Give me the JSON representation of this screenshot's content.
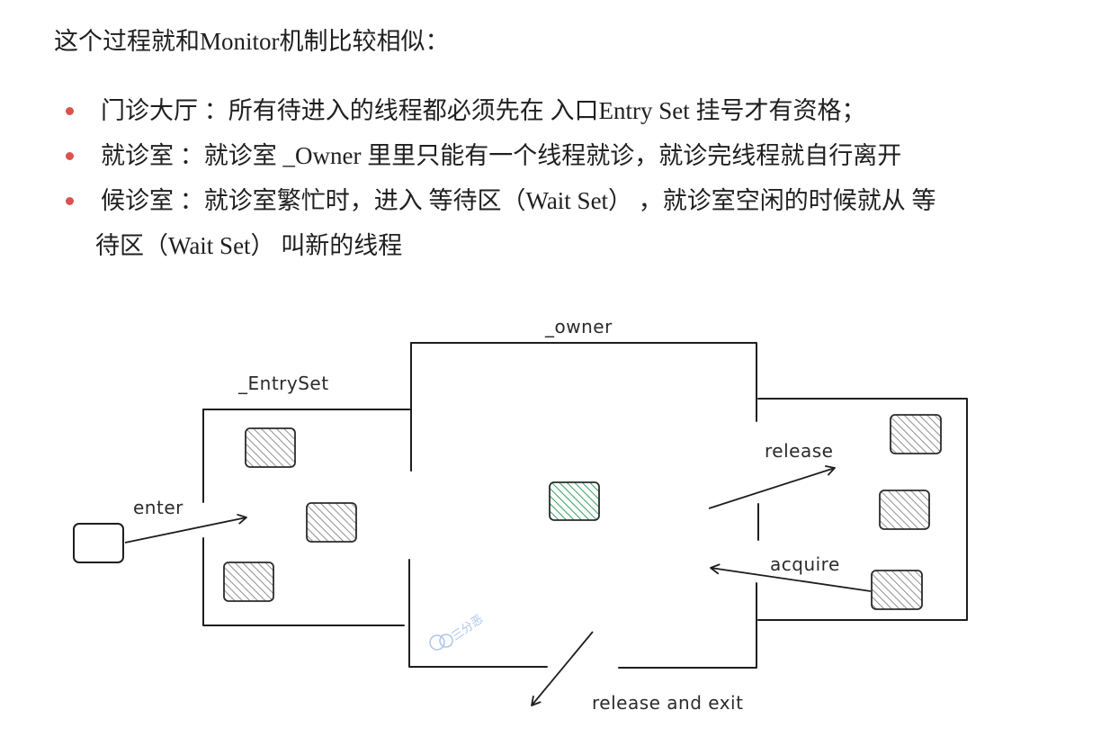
{
  "intro": "这个过程就和Monitor机制比较相似：",
  "bullets": [
    {
      "text": "门诊大厅 ：所有待进入的线程都必须先在 入口Entry Set 挂号才有资格；"
    },
    {
      "text": "就诊室 ：就诊室 _Owner 里里只能有一个线程就诊，就诊完线程就自行离开"
    },
    {
      "text": "候诊室 ：就诊室繁忙时，进入 等待区（Wait Set） ，就诊室空闲的时候就从 等",
      "cont": "待区（Wait Set） 叫新的线程"
    }
  ],
  "diagram": {
    "owner_label": "_owner",
    "entryset_label": "_EntrySet",
    "enter_label": "enter",
    "release_label": "release",
    "acquire_label": "acquire",
    "release_exit_label": "release and exit",
    "watermark": "三分恶",
    "colors": {
      "gray_hatch": "#8f8f8f",
      "green_hatch": "#2f9e5f",
      "stroke": "#1e1e1e",
      "bullet": "#d9534f"
    }
  }
}
